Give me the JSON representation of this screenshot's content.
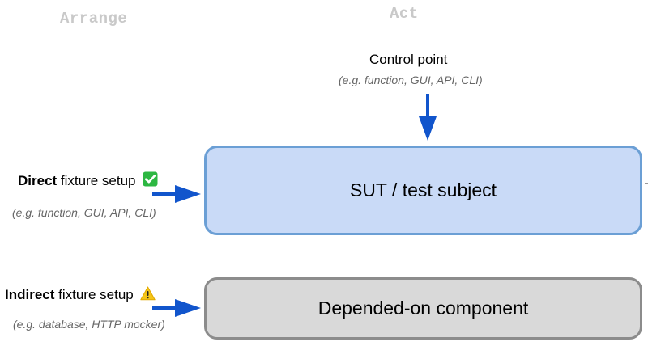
{
  "phases": {
    "arrange": "Arrange",
    "act": "Act"
  },
  "control_point": {
    "title": "Control point",
    "examples": "(e.g. function, GUI, API, CLI)"
  },
  "direct_setup": {
    "bold": "Direct",
    "rest": " fixture setup",
    "status_icon": "check-mark-icon",
    "examples": "(e.g. function, GUI, API, CLI)"
  },
  "indirect_setup": {
    "bold": "Indirect",
    "rest": " fixture setup",
    "status_icon": "warning-icon",
    "examples": "(e.g. database, HTTP mocker)"
  },
  "boxes": {
    "sut": "SUT / test subject",
    "doc": "Depended-on component"
  },
  "colors": {
    "arrow": "#1155cc",
    "sut_fill": "#c9daf7",
    "sut_border": "#6b9fd5",
    "doc_fill": "#d9d9d9",
    "doc_border": "#8c8c8c",
    "check": "#2db742",
    "warning": "#f5c518"
  }
}
